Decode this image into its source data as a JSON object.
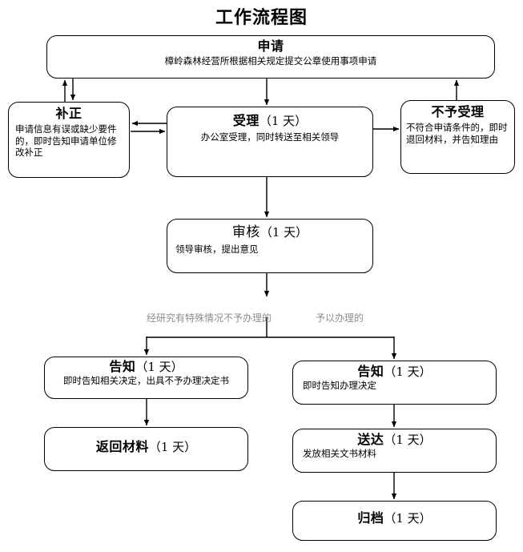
{
  "diagram": {
    "title": "工作流程图",
    "colors": {
      "stroke": "#000000",
      "background": "#ffffff",
      "branch_label": "#8c8c8c"
    }
  },
  "nodes": {
    "apply": {
      "title": "申请",
      "days": "",
      "desc": "樟岭森林经营所根据相关规定提交公章使用事项申请"
    },
    "fix": {
      "title": "补正",
      "days": "",
      "desc": "申请信息有误或缺少要件的，即时告知申请单位修改补正"
    },
    "accept": {
      "title": "受理",
      "days": "（1 天）",
      "desc": "办公室受理，同时转送至相关领导"
    },
    "reject": {
      "title": "不予受理",
      "days": "",
      "desc": "不符合申请条件的，即时退回材料，并告知理由"
    },
    "review": {
      "title": "审核",
      "days": "（1 天）",
      "desc": "领导审核，提出意见"
    },
    "notify_left": {
      "title": "告知",
      "days": "（1 天）",
      "desc": "即时告知相关决定，出具不予办理决定书"
    },
    "return_docs": {
      "title": "返回材料",
      "days": "（1 天）",
      "desc": ""
    },
    "notify_right": {
      "title": "告知",
      "days": "（1 天）",
      "desc": "即时告知办理决定"
    },
    "deliver": {
      "title": "送达",
      "days": "（1 天）",
      "desc": "发放相关文书材料"
    },
    "archive": {
      "title": "归档",
      "days": "（1 天）",
      "desc": ""
    }
  },
  "branches": {
    "left_label": "经研究有特殊情况不予办理的",
    "right_label": "予以办理的"
  },
  "chart_data": {
    "type": "diagram",
    "title": "工作流程图",
    "steps": [
      {
        "id": "apply",
        "label": "申请",
        "days": null,
        "detail": "樟岭森林经营所根据相关规定提交公章使用事项申请"
      },
      {
        "id": "fix",
        "label": "补正",
        "days": null,
        "detail": "申请信息有误或缺少要件的，即时告知申请单位修改补正"
      },
      {
        "id": "accept",
        "label": "受理",
        "days": 1,
        "detail": "办公室受理，同时转送至相关领导"
      },
      {
        "id": "reject",
        "label": "不予受理",
        "days": null,
        "detail": "不符合申请条件的，即时退回材料，并告知理由"
      },
      {
        "id": "review",
        "label": "审核",
        "days": 1,
        "detail": "领导审核，提出意见"
      },
      {
        "id": "notify_left",
        "label": "告知",
        "days": 1,
        "detail": "即时告知相关决定，出具不予办理决定书"
      },
      {
        "id": "return_docs",
        "label": "返回材料",
        "days": 1,
        "detail": ""
      },
      {
        "id": "notify_right",
        "label": "告知",
        "days": 1,
        "detail": "即时告知办理决定"
      },
      {
        "id": "deliver",
        "label": "送达",
        "days": 1,
        "detail": "发放相关文书材料"
      },
      {
        "id": "archive",
        "label": "归档",
        "days": 1,
        "detail": ""
      }
    ],
    "edges": [
      {
        "from": "apply",
        "to": "accept",
        "label": ""
      },
      {
        "from": "fix",
        "to": "apply",
        "label": ""
      },
      {
        "from": "apply",
        "to": "fix",
        "label": ""
      },
      {
        "from": "fix",
        "to": "accept",
        "label": ""
      },
      {
        "from": "accept",
        "to": "fix",
        "label": ""
      },
      {
        "from": "accept",
        "to": "reject",
        "label": ""
      },
      {
        "from": "reject",
        "to": "apply",
        "label": ""
      },
      {
        "from": "accept",
        "to": "review",
        "label": ""
      },
      {
        "from": "review",
        "to": "notify_left",
        "label": "经研究有特殊情况不予办理的"
      },
      {
        "from": "review",
        "to": "notify_right",
        "label": "予以办理的"
      },
      {
        "from": "notify_left",
        "to": "return_docs",
        "label": ""
      },
      {
        "from": "notify_right",
        "to": "deliver",
        "label": ""
      },
      {
        "from": "deliver",
        "to": "archive",
        "label": ""
      }
    ]
  }
}
